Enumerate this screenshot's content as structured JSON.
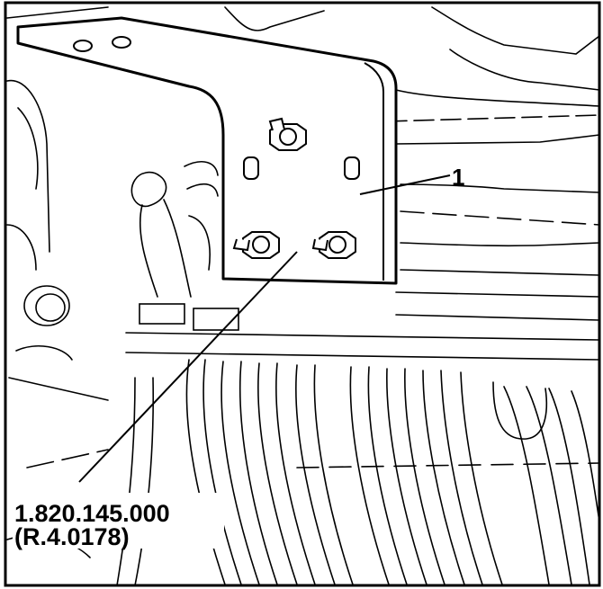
{
  "figure": {
    "callout_part": "1",
    "tool_number": "1.820.145.000",
    "tool_ref": "(R.4.0178)"
  },
  "colors": {
    "ink": "#000000",
    "paper": "#ffffff"
  }
}
